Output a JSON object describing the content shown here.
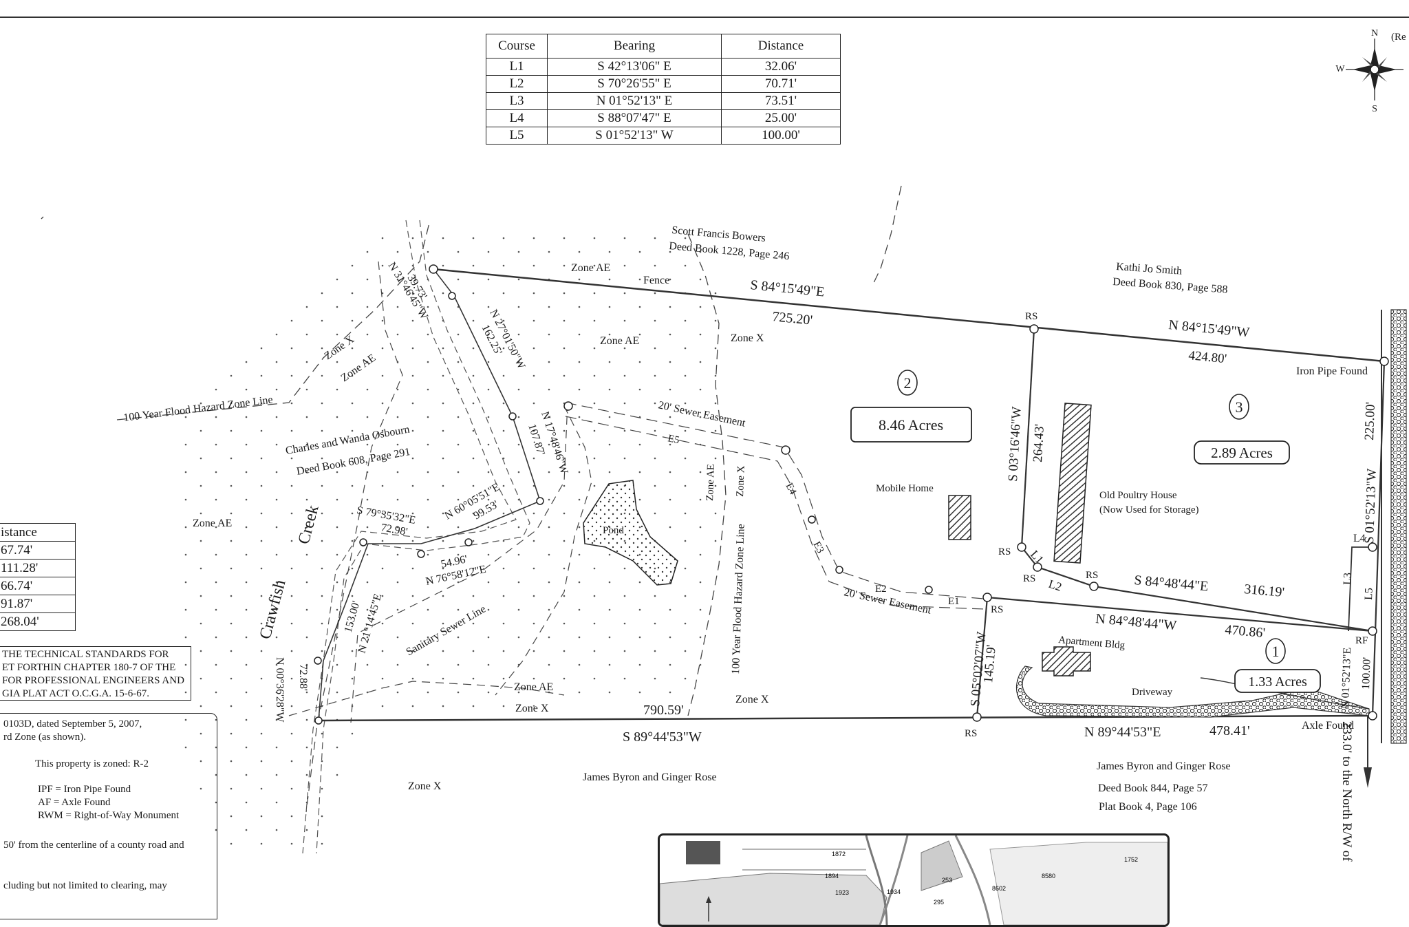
{
  "course_table": {
    "headers": [
      "Course",
      "Bearing",
      "Distance"
    ],
    "rows": [
      [
        "L1",
        "S 42°13'06\" E",
        "32.06'"
      ],
      [
        "L2",
        "S 70°26'55\" E",
        "70.71'"
      ],
      [
        "L3",
        "N 01°52'13\" E",
        "73.51'"
      ],
      [
        "L4",
        "S 88°07'47\" E",
        "25.00'"
      ],
      [
        "L5",
        "S 01°52'13\" W",
        "100.00'"
      ]
    ]
  },
  "curve_table": {
    "header": "istance",
    "rows": [
      "67.74'",
      "111.28'",
      "66.74'",
      "91.87'",
      "268.04'"
    ]
  },
  "compass": {
    "n": "N",
    "s": "S",
    "w": "W",
    "edge_text": "(Re"
  },
  "certification": [
    "THE TECHNICAL STANDARDS FOR",
    "ET FORTHIN CHAPTER 180-7 OF THE",
    "FOR PROFESSIONAL ENGINEERS AND",
    "GIA PLAT ACT O.C.G.A. 15-6-67."
  ],
  "notes": {
    "line1": "0103D, dated September 5, 2007,",
    "line2": "rd Zone (as shown).",
    "zoned": "This property is zoned: R-2",
    "ipf": "IPF = Iron Pipe Found",
    "af": "AF = Axle Found",
    "rwm": "RWM = Right-of-Way Monument",
    "road": "50' from the centerline of a county road and",
    "clearing": "cluding but not limited to clearing, may"
  },
  "owners": {
    "north_left_name": "Scott Francis Bowers",
    "north_left_deed": "Deed Book 1228, Page 246",
    "north_right_name": "Kathi Jo Smith",
    "north_right_deed": "Deed Book 830, Page 588",
    "west_name": "Charles and Wanda Osbourn",
    "west_deed": "Deed Book 608, Page 291",
    "south_left_name": "James Byron and Ginger Rose",
    "south_right_name": "James Byron and Ginger Rose",
    "south_right_deed": "Deed Book 844, Page 57",
    "south_right_plat": "Plat Book 4, Page 106"
  },
  "tracts": [
    {
      "number": "2",
      "acres": "8.46 Acres"
    },
    {
      "number": "3",
      "acres": "2.89 Acres"
    },
    {
      "number": "1",
      "acres": "1.33 Acres"
    }
  ],
  "bearings": {
    "north_line": "S 84°15'49\"E",
    "north_line_dist": "725.20'",
    "north_right": "N 84°15'49\"W",
    "north_right_dist": "424.80'",
    "tract3_west": "S 03°16'46\"W",
    "tract3_west_dist": "264.43'",
    "east_line": "S 01°52'13\"W",
    "east_line_dist": "225.00'",
    "tract3_south": "S 84°48'44\"E",
    "tract3_south_dist": "316.19'",
    "tract1_north": "N 84°48'44\"W",
    "tract1_north_dist": "470.86'",
    "tract1_west": "S 05°02'07\"W",
    "tract1_west_dist": "145.19'",
    "tract1_east": "N 01°52'13\"E",
    "tract1_east_dist": "100.00'",
    "south_left": "S 89°44'53\"W",
    "south_left_dist": "790.59'",
    "south_right": "N 89°44'53\"E",
    "south_right_dist": "478.41'",
    "creek1": "N 31°46'45\"W",
    "creek1_dist": "39.73'",
    "creek2": "N 27°01'50\"W",
    "creek2_dist": "162.25'",
    "creek3": "N 17°48'46\"W",
    "creek3_dist": "107.87'",
    "creek4": "N 60°05'51\"E",
    "creek4_dist": "99.53'",
    "creek5": "S 79°35'32\"E",
    "creek5_dist": "72.98'",
    "creek6": "N 76°58'12\"E",
    "creek6_dist": "54.96'",
    "creek7": "N 21°14'45\"E",
    "creek7_dist": "153.00'",
    "creek8": "N 00°36'28\"W",
    "creek8_dist": "72.88'"
  },
  "features": {
    "mobile_home": "Mobile Home",
    "poultry_house": "Old Poultry House",
    "poultry_use": "(Now Used for Storage)",
    "apartment": "Apartment Bldg",
    "driveway": "Driveway",
    "pond": "Pond",
    "fence": "Fence",
    "iron_pipe": "Iron Pipe Found",
    "axle_found": "Axle Found",
    "creek_word1": "Crawfish",
    "creek_word2": "Creek",
    "sewer_line": "Sanitary Sewer Line",
    "sewer_easement_1": "20' Sewer Easement",
    "sewer_easement_2": "20' Sewer Easement",
    "flood_line_1": "100 Year Flood Hazard Zone Line",
    "flood_line_2": "100 Year Flood Hazard Zone Line",
    "north_rw": "233.0' to the North R/W of"
  },
  "zones": {
    "ae": "Zone AE",
    "x": "Zone X"
  },
  "markers": {
    "rs": "RS",
    "rf": "RF"
  },
  "easement_labels": {
    "e1": "E1",
    "e2": "E2",
    "e3": "E3",
    "e4": "E4",
    "e5": "E5"
  },
  "course_labels": {
    "l1": "L1",
    "l2": "L2",
    "l3": "L3",
    "l4": "L4",
    "l5": "L5"
  },
  "vicinity_map": {
    "parcels": [
      "1872",
      "1894",
      "1923",
      "1934",
      "253",
      "295",
      "8580",
      "8602",
      "1752"
    ]
  }
}
